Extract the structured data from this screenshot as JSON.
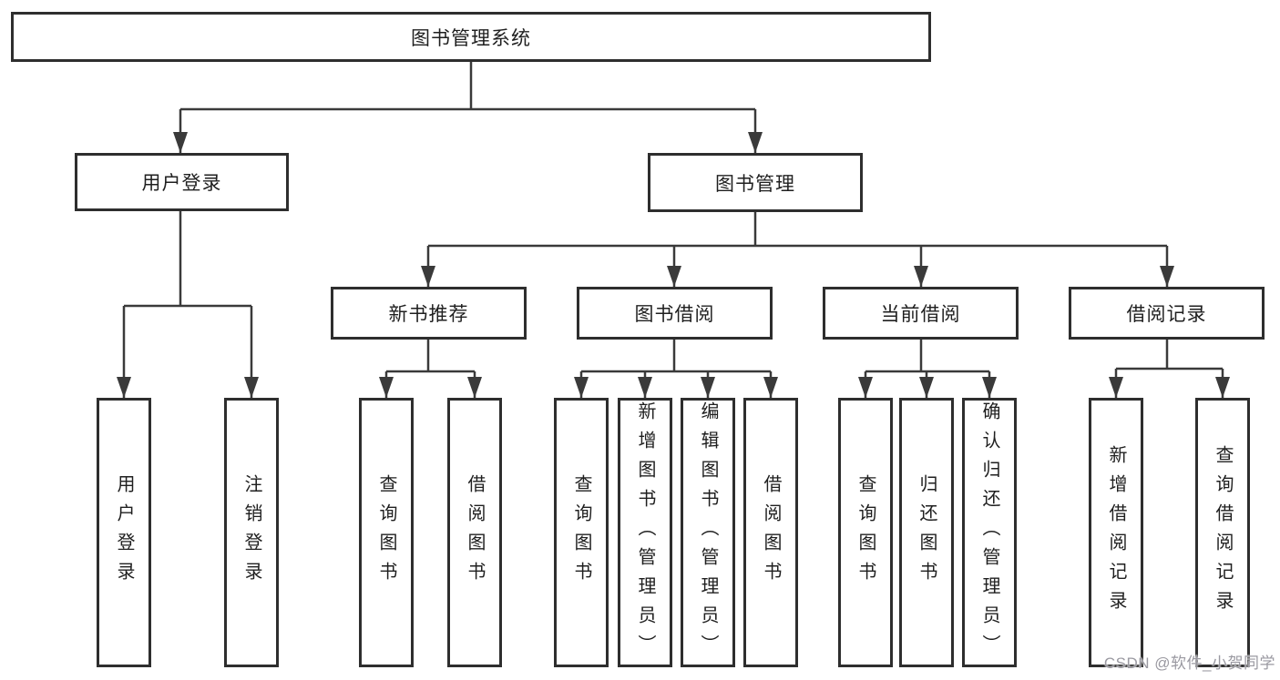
{
  "diagram": {
    "type": "hierarchy-tree",
    "colors": {
      "line": "#3a3a3a",
      "box_border": "#2e2e2e",
      "box_fill": "#ffffff",
      "text": "#1f1f1f",
      "watermark_text_color": "#9a99a1",
      "background": "#ffffff"
    },
    "tree": {
      "root": "图书管理系统",
      "children": [
        {
          "label": "用户登录",
          "children": [
            "用户登录",
            "注销登录"
          ]
        },
        {
          "label": "图书管理",
          "children": [
            {
              "label": "新书推荐",
              "children": [
                "查询图书",
                "借阅图书"
              ]
            },
            {
              "label": "图书借阅",
              "children": [
                "查询图书",
                "新增图书（管理员）",
                "编辑图书（管理员）",
                "借阅图书"
              ]
            },
            {
              "label": "当前借阅",
              "children": [
                "查询图书",
                "归还图书",
                "确认归还（管理员）"
              ]
            },
            {
              "label": "借阅记录",
              "children": [
                "新增借阅记录",
                "查询借阅记录"
              ]
            }
          ]
        }
      ]
    },
    "watermark": "CSDN @软件_小贺同学"
  }
}
